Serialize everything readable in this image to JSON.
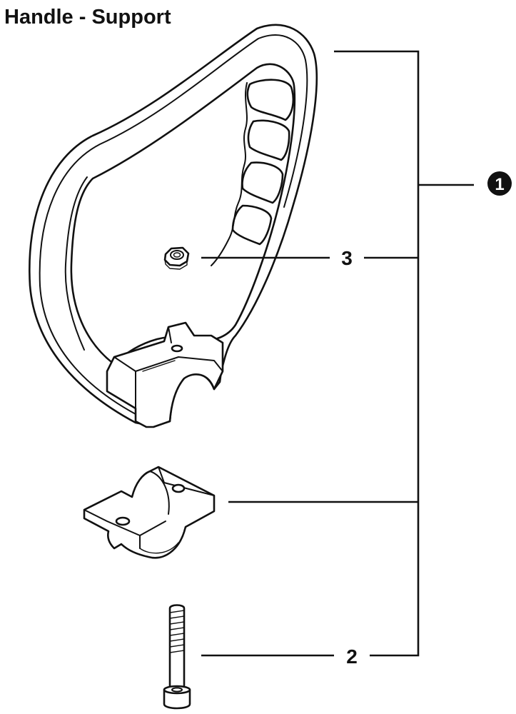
{
  "title": "Handle - Support",
  "callouts": {
    "assembly": "1",
    "bolt": "2",
    "nut": "3"
  },
  "colors": {
    "line": "#111111",
    "background": "#ffffff"
  }
}
